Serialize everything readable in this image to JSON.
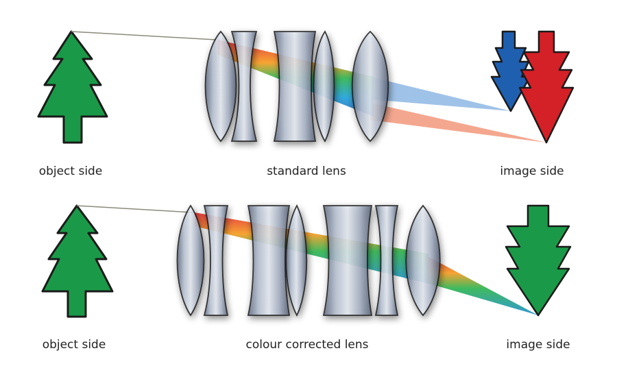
{
  "top": {
    "object_label": "object side",
    "lens_label": "standard lens",
    "image_label": "image side"
  },
  "bottom": {
    "object_label": "object side",
    "lens_label": "colour corrected lens",
    "image_label": "image side"
  },
  "colors": {
    "tree_green": "#1a9a48",
    "image_blue": "#1f5fb0",
    "image_red": "#d42027",
    "image_green": "#1a9a48",
    "lens_glass": "#aab4c4",
    "outline": "#1a1a1a"
  }
}
